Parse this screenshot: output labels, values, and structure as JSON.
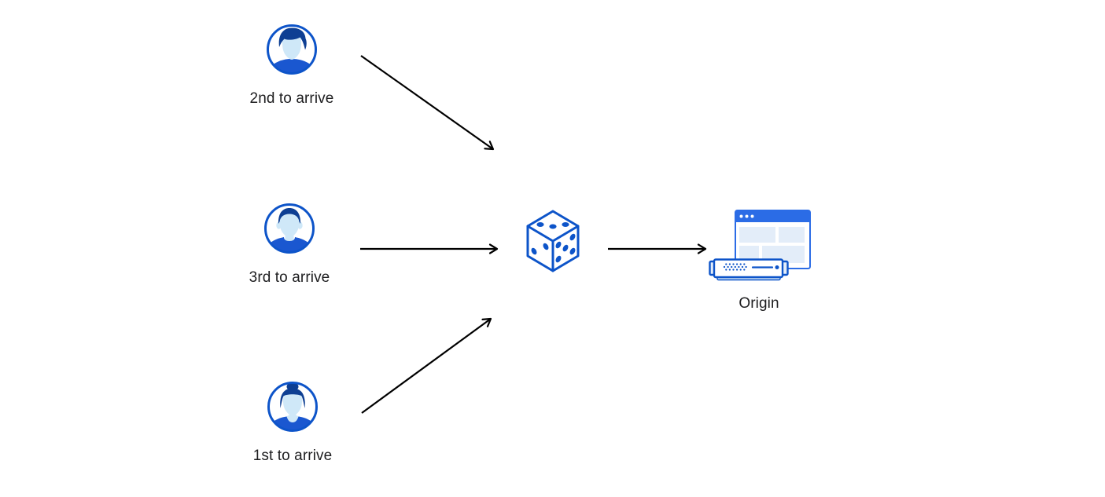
{
  "diagram": {
    "background": "#ffffff",
    "nodes": {
      "user_2nd": {
        "label": "2nd to arrive",
        "icon": "user-avatar-male-swept-hair-icon"
      },
      "user_3rd": {
        "label": "3rd to arrive",
        "icon": "user-avatar-male-short-hair-icon"
      },
      "user_1st": {
        "label": "1st to arrive",
        "icon": "user-avatar-female-bun-icon"
      },
      "random_selector": {
        "label": "",
        "icon": "dice-icon",
        "dice_pips": {
          "top_face": 3,
          "left_face": 2,
          "right_face": 5
        }
      },
      "origin": {
        "label": "Origin",
        "icon": "origin-server-browser-icon"
      }
    },
    "edges": [
      {
        "from": "user_2nd",
        "to": "random_selector",
        "style": "black-arrow"
      },
      {
        "from": "user_3rd",
        "to": "random_selector",
        "style": "black-arrow"
      },
      {
        "from": "user_1st",
        "to": "random_selector",
        "style": "black-arrow"
      },
      {
        "from": "random_selector",
        "to": "origin",
        "style": "black-arrow"
      }
    ],
    "colors": {
      "primary_blue": "#0d54c9",
      "titlebar_blue": "#2b6ce6",
      "hair_navy": "#0e3f93",
      "skin_light_blue": "#cfe8f8",
      "shirt_blue": "#1a57d0",
      "panel_light_blue": "#e3edf9",
      "server_base_blue": "#cfe3f6",
      "arrow_black": "#000000",
      "text": "#1d1d1f"
    }
  }
}
